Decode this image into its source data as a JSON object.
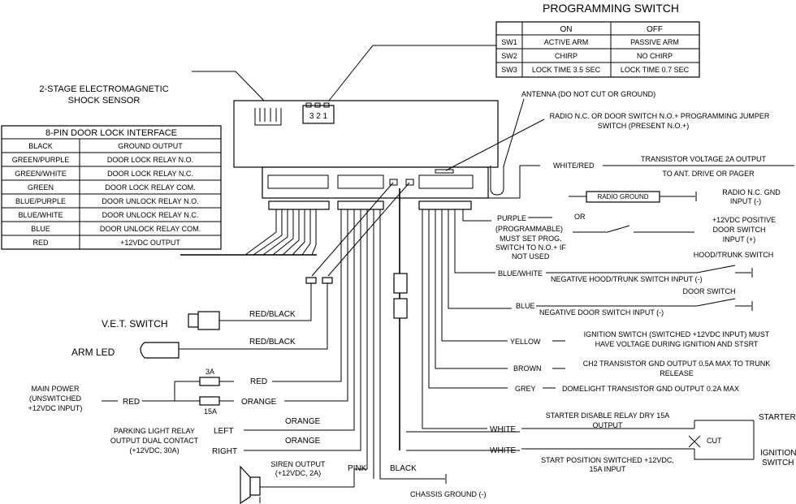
{
  "programming_switch": {
    "title": "PROGRAMMING SWITCH",
    "headers": [
      "",
      "ON",
      "OFF"
    ],
    "rows": [
      [
        "SW1",
        "ACTIVE ARM",
        "PASSIVE ARM"
      ],
      [
        "SW2",
        "CHIRP",
        "NO CHIRP"
      ],
      [
        "SW3",
        "LOCK  TIME 3.5 SEC",
        "LOCK TIME 0.7 SEC"
      ]
    ]
  },
  "door_lock_interface": {
    "title": "8-PIN DOOR LOCK INTERFACE",
    "rows": [
      [
        "BLACK",
        "GROUND OUTPUT"
      ],
      [
        "GREEN/PURPLE",
        "DOOR LOCK RELAY N.O."
      ],
      [
        "GREEN/WHITE",
        "DOOR LOCK RELAY N.C."
      ],
      [
        "GREEN",
        "DOOR LOCK RELAY COM."
      ],
      [
        "BLUE/PURPLE",
        "DOOR UNLOCK RELAY N.O."
      ],
      [
        "BLUE/WHITE",
        "DOOR UNLOCK RELAY N.C."
      ],
      [
        "BLUE",
        "DOOR UNLOCK RELAY COM."
      ],
      [
        "RED",
        "+12VDC OUTPUT"
      ]
    ]
  },
  "labels": {
    "shock_sensor_1": "2-STAGE ELECTROMAGNETIC",
    "shock_sensor_2": "SHOCK SENSOR",
    "dip_numbers": "3 2 1",
    "antenna": "ANTENNA (DO NOT CUT OR GROUND)",
    "radio_nc_1": "RADIO N.C. OR DOOR SWITCH N.O.+ PROGRAMMING JUMPER",
    "radio_nc_2": "SWITCH (PRESENT N.O.+)",
    "white_red": "WHITE/RED",
    "transistor_1": "TRANSISTOR VOLTAGE 2A OUTPUT",
    "transistor_2": "TO ANT. DRIVE OR PAGER",
    "radio_ground": "RADIO GROUND",
    "radio_gnd_1": "RADIO N.C. GND",
    "radio_gnd_2": "INPUT (-)",
    "purple": "PURPLE",
    "or": "OR",
    "programmable": "(PROGRAMMABLE)",
    "must_set_1": "MUST SET PROG.",
    "must_set_2": "SWITCH TO N.O.+ IF",
    "must_set_3": "NOT USED",
    "door_pos_1": "+12VDC POSITIVE",
    "door_pos_2": "DOOR SWITCH",
    "door_pos_3": "INPUT (+)",
    "hood_trunk_switch": "HOOD/TRUNK SWITCH",
    "blue_white": "BLUE/WHITE",
    "neg_hood": "NEGATIVE HOOD/TRUNK SWITCH INPUT (-)",
    "door_switch": "DOOR SWITCH",
    "blue": "BLUE",
    "neg_door": "NEGATIVE DOOR SWITCH INPUT (-)",
    "yellow": "YELLOW",
    "ignition_1": "IGNITION SWITCH (SWITCHED +12VDC INPUT) MUST",
    "ignition_2": "HAVE VOLTAGE DURING IGNITION AND STSRT",
    "brown": "BROWN",
    "ch2_1": "CH2 TRANSISTOR  GND OUTPUT 0.5A MAX TO TRUNK",
    "ch2_2": "RELEASE",
    "grey": "GREY",
    "domelight": "DOMELIGHT TRANSISTOR GND OUTPUT 0.2A MAX",
    "vet_switch": "V.E.T. SWITCH",
    "red_black_1": "RED/BLACK",
    "red_black_2": "RED/BLACK",
    "arm_led": "ARM LED",
    "main_power_1": "MAIN POWER",
    "main_power_2": "(UNSWITCHED",
    "main_power_3": "+12VDC INPUT)",
    "red_main": "RED",
    "fuse_3a": "3A",
    "fuse_15a": "15A",
    "red_out": "RED",
    "orange_out": "ORANGE",
    "parking_1": "PARKING LIGHT RELAY",
    "parking_2": "OUTPUT DUAL CONTACT",
    "parking_3": "(+12VDC, 30A)",
    "left": "LEFT",
    "right": "RIGHT",
    "orange_left": "ORANGE",
    "orange_right": "ORANGE",
    "siren_1": "SIREN OUTPUT",
    "siren_2": "(+12VDC, 2A)",
    "pink": "PINK",
    "black": "BLACK",
    "chassis_ground": "CHASSIS GROUND (-)",
    "white_1": "WHITE",
    "white_2": "WHITE",
    "starter_disable_1": "STARTER DISABLE RELAY DRY 15A",
    "starter_disable_2": "OUTPUT",
    "cut": "CUT",
    "starter": "STARTER",
    "start_pos_1": "START POSITION SWITCHED +12VDC,",
    "start_pos_2": "15A INPUT",
    "ignition_sw_1": "IGNITION",
    "ignition_sw_2": "SWITCH"
  }
}
